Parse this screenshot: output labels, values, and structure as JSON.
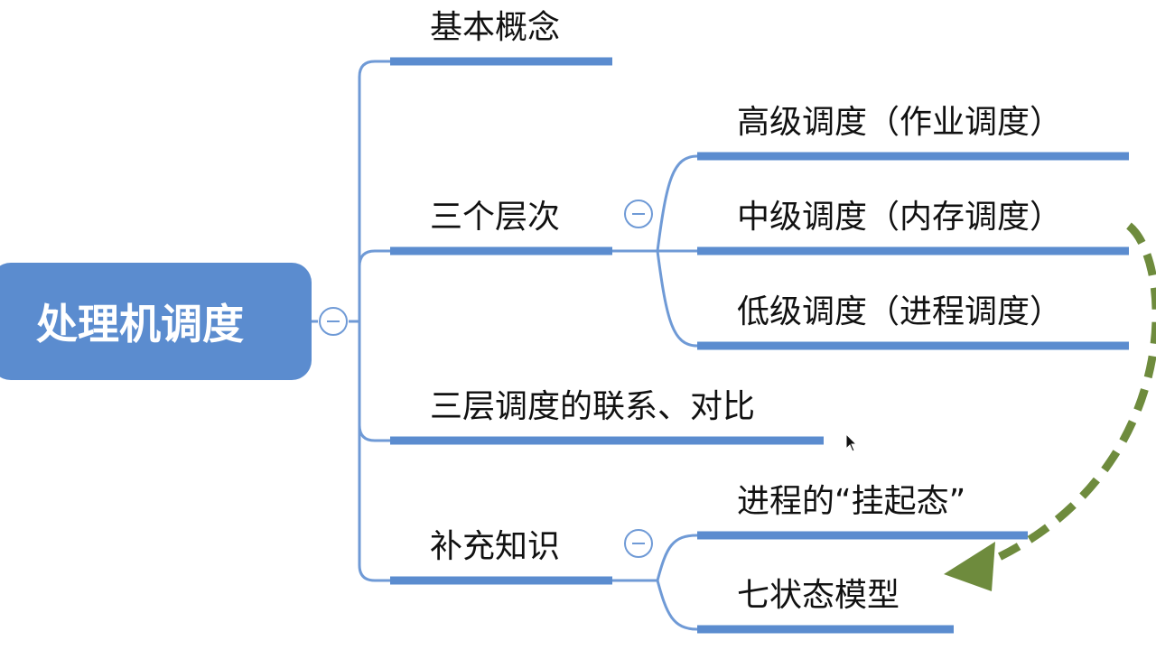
{
  "root": {
    "label": "处理机调度",
    "color": "#5b8ccf"
  },
  "branches": [
    {
      "label": "基本概念",
      "children": []
    },
    {
      "label": "三个层次",
      "children": [
        "高级调度（作业调度）",
        "中级调度（内存调度）",
        "低级调度（进程调度）"
      ]
    },
    {
      "label": "三层调度的联系、对比",
      "children": []
    },
    {
      "label": "补充知识",
      "children": [
        "进程的“挂起态”",
        "七状态模型"
      ]
    }
  ],
  "colors": {
    "branch_line": "#5b8ccf",
    "connector": "#5b8ccf",
    "annotation_arrow": "#6e8b3d"
  },
  "icons": {
    "collapse": "minus-circle-icon",
    "cursor": "mouse-cursor-icon"
  }
}
